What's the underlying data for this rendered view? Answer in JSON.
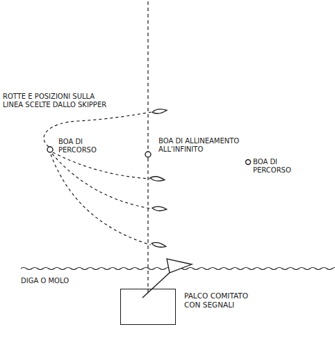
{
  "diagram": {
    "nodes": [
      {
        "text": [
          "PALCO COMITATO CON SEGNALI"
        ]
      }
    ],
    "labels": [
      "ROTTE E POSIZIONI SULLA LINEA SCELTE DALLO SKIPPER",
      "BOA DI PERCORSO",
      "BOA DI ALLINEAMENTO ALL'INFINITO",
      "BOA DI PERCORSO",
      "DIGA O MOLO"
    ]
  }
}
